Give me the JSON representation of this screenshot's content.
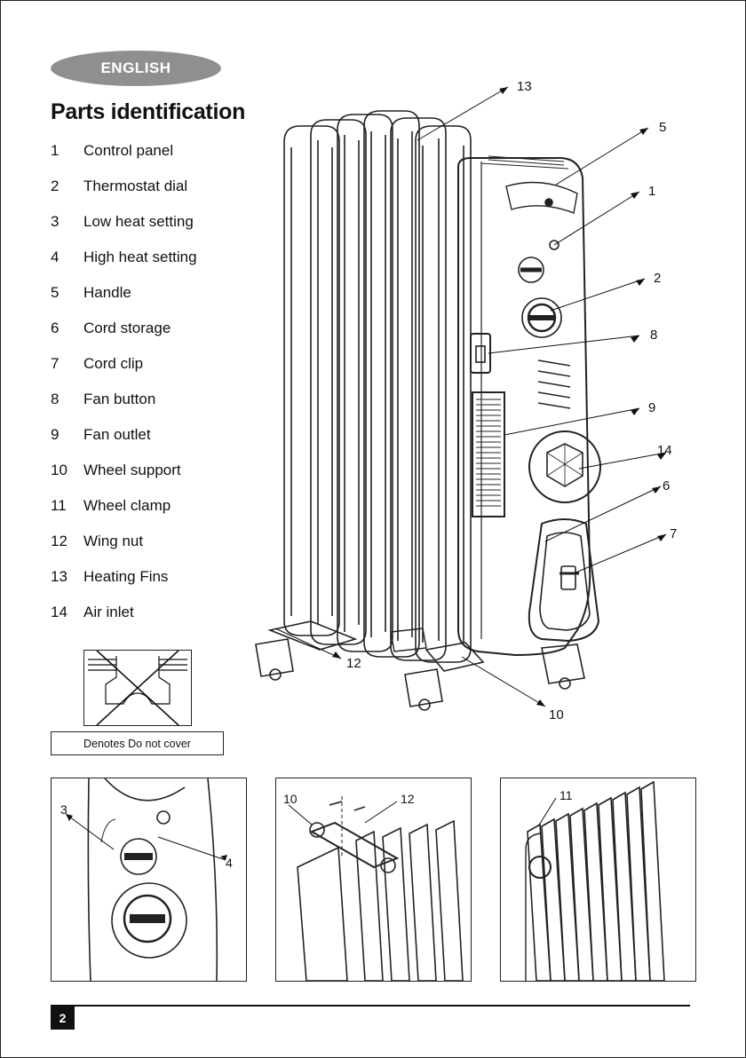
{
  "language_tab": "ENGLISH",
  "title": "Parts identification",
  "parts": [
    {
      "num": "1",
      "label": "Control panel"
    },
    {
      "num": "2",
      "label": "Thermostat dial"
    },
    {
      "num": "3",
      "label": "Low heat setting"
    },
    {
      "num": "4",
      "label": "High heat setting"
    },
    {
      "num": "5",
      "label": "Handle"
    },
    {
      "num": "6",
      "label": "Cord storage"
    },
    {
      "num": "7",
      "label": "Cord clip"
    },
    {
      "num": "8",
      "label": "Fan button"
    },
    {
      "num": "9",
      "label": "Fan outlet"
    },
    {
      "num": "10",
      "label": "Wheel support"
    },
    {
      "num": "11",
      "label": "Wheel clamp"
    },
    {
      "num": "12",
      "label": "Wing nut"
    },
    {
      "num": "13",
      "label": "Heating Fins"
    },
    {
      "num": "14",
      "label": "Air inlet"
    }
  ],
  "warning_legend": "Denotes Do not cover",
  "main_callouts": [
    "13",
    "5",
    "1",
    "2",
    "8",
    "9",
    "14",
    "6",
    "7",
    "12",
    "10"
  ],
  "detail1_callouts": [
    "3",
    "4"
  ],
  "detail2_callouts": [
    "10",
    "12"
  ],
  "detail3_callouts": [
    "11"
  ],
  "page_number": "2"
}
